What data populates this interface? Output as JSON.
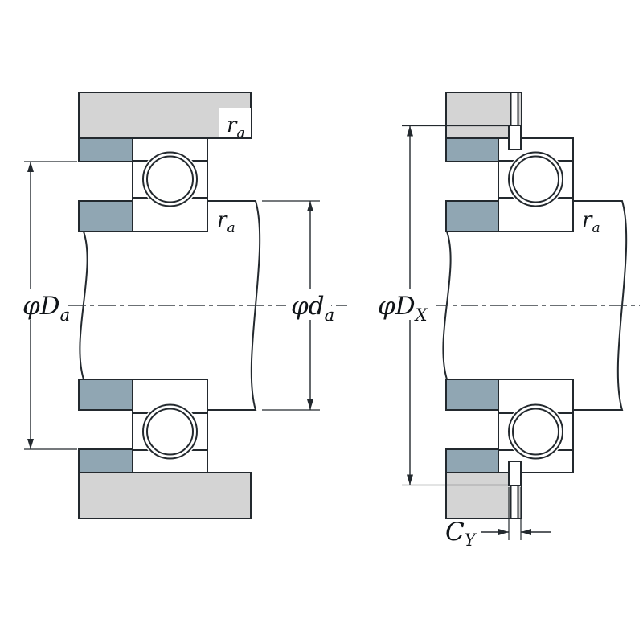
{
  "figure": {
    "kind": "bearing-mounting-cross-section-diagram",
    "views": [
      "plain-bearing-abutment-dimensions",
      "bearing-with-locating-snap-ring"
    ]
  },
  "colors": {
    "housing_fill": "#d4d4d4",
    "spacer_fill": "#90a6b3",
    "part_fill": "#ffffff"
  },
  "labels": {
    "phi_Da": {
      "main": "φD",
      "sub": "a"
    },
    "phi_da": {
      "main": "φd",
      "sub": "a"
    },
    "phi_DX": {
      "main": "φD",
      "sub": "X"
    },
    "C_Y": {
      "main": "C",
      "sub": "Y"
    },
    "r_a_housing_left": {
      "main": "r",
      "sub": "a"
    },
    "r_a_shaft_left": {
      "main": "r",
      "sub": "a"
    },
    "r_a_shaft_right": {
      "main": "r",
      "sub": "a"
    }
  }
}
